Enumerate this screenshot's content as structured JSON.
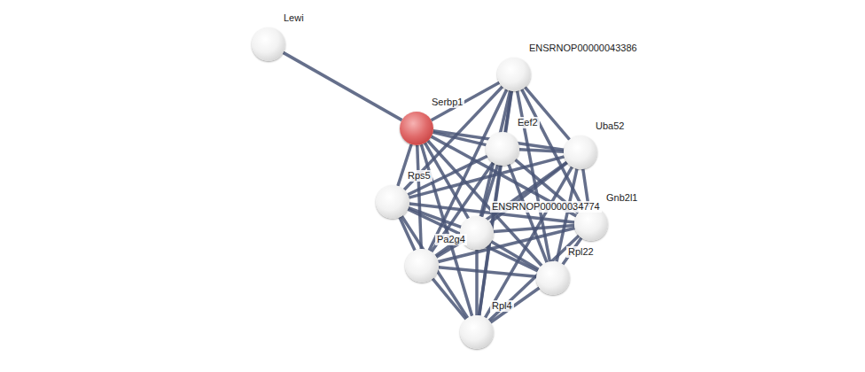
{
  "diagram": {
    "nodes": [
      {
        "text": [
          "Lewi"
        ]
      },
      {
        "text": [
          "ENSRNOP00000043386"
        ]
      },
      {
        "text": [
          "Serbp1"
        ]
      },
      {
        "text": [
          "Eef2"
        ]
      },
      {
        "text": [
          "Uba52"
        ]
      },
      {
        "text": [
          "Rps5"
        ]
      },
      {
        "text": [
          "Gnb2l1"
        ]
      },
      {
        "text": [
          "ENSRNOP00000034774"
        ]
      },
      {
        "text": [
          "Pa2g4"
        ]
      },
      {
        "text": [
          "Rpl22"
        ]
      },
      {
        "text": [
          "Rpl4"
        ]
      }
    ],
    "edges": [
      {
        "from": 0,
        "to": 2,
        "arrow": "none"
      },
      {
        "from": 2,
        "to": 1,
        "arrow": "none"
      },
      {
        "from": 2,
        "to": 3,
        "arrow": "none"
      },
      {
        "from": 2,
        "to": 4,
        "arrow": "none"
      },
      {
        "from": 2,
        "to": 5,
        "arrow": "none"
      },
      {
        "from": 2,
        "to": 6,
        "arrow": "none"
      },
      {
        "from": 2,
        "to": 7,
        "arrow": "none"
      },
      {
        "from": 2,
        "to": 8,
        "arrow": "none"
      },
      {
        "from": 2,
        "to": 9,
        "arrow": "none"
      },
      {
        "from": 2,
        "to": 10,
        "arrow": "none"
      },
      {
        "from": 1,
        "to": 3,
        "arrow": "none"
      },
      {
        "from": 1,
        "to": 4,
        "arrow": "none"
      },
      {
        "from": 1,
        "to": 5,
        "arrow": "none"
      },
      {
        "from": 1,
        "to": 6,
        "arrow": "none"
      },
      {
        "from": 1,
        "to": 7,
        "arrow": "none"
      },
      {
        "from": 1,
        "to": 8,
        "arrow": "none"
      },
      {
        "from": 1,
        "to": 9,
        "arrow": "none"
      },
      {
        "from": 1,
        "to": 10,
        "arrow": "none"
      },
      {
        "from": 3,
        "to": 4,
        "arrow": "none"
      },
      {
        "from": 3,
        "to": 5,
        "arrow": "none"
      },
      {
        "from": 3,
        "to": 6,
        "arrow": "none"
      },
      {
        "from": 3,
        "to": 7,
        "arrow": "none"
      },
      {
        "from": 3,
        "to": 8,
        "arrow": "none"
      },
      {
        "from": 3,
        "to": 9,
        "arrow": "none"
      },
      {
        "from": 3,
        "to": 10,
        "arrow": "none"
      },
      {
        "from": 4,
        "to": 5,
        "arrow": "none"
      },
      {
        "from": 4,
        "to": 6,
        "arrow": "none"
      },
      {
        "from": 4,
        "to": 7,
        "arrow": "none"
      },
      {
        "from": 4,
        "to": 8,
        "arrow": "none"
      },
      {
        "from": 4,
        "to": 9,
        "arrow": "none"
      },
      {
        "from": 4,
        "to": 10,
        "arrow": "none"
      },
      {
        "from": 5,
        "to": 6,
        "arrow": "none"
      },
      {
        "from": 5,
        "to": 7,
        "arrow": "none"
      },
      {
        "from": 5,
        "to": 8,
        "arrow": "none"
      },
      {
        "from": 5,
        "to": 9,
        "arrow": "none"
      },
      {
        "from": 5,
        "to": 10,
        "arrow": "none"
      },
      {
        "from": 6,
        "to": 7,
        "arrow": "none"
      },
      {
        "from": 6,
        "to": 8,
        "arrow": "none"
      },
      {
        "from": 6,
        "to": 9,
        "arrow": "none"
      },
      {
        "from": 6,
        "to": 10,
        "arrow": "none"
      },
      {
        "from": 7,
        "to": 8,
        "arrow": "none"
      },
      {
        "from": 7,
        "to": 9,
        "arrow": "none"
      },
      {
        "from": 7,
        "to": 10,
        "arrow": "none"
      },
      {
        "from": 8,
        "to": 9,
        "arrow": "none"
      },
      {
        "from": 8,
        "to": 10,
        "arrow": "none"
      },
      {
        "from": 9,
        "to": 10,
        "arrow": "none"
      }
    ]
  }
}
